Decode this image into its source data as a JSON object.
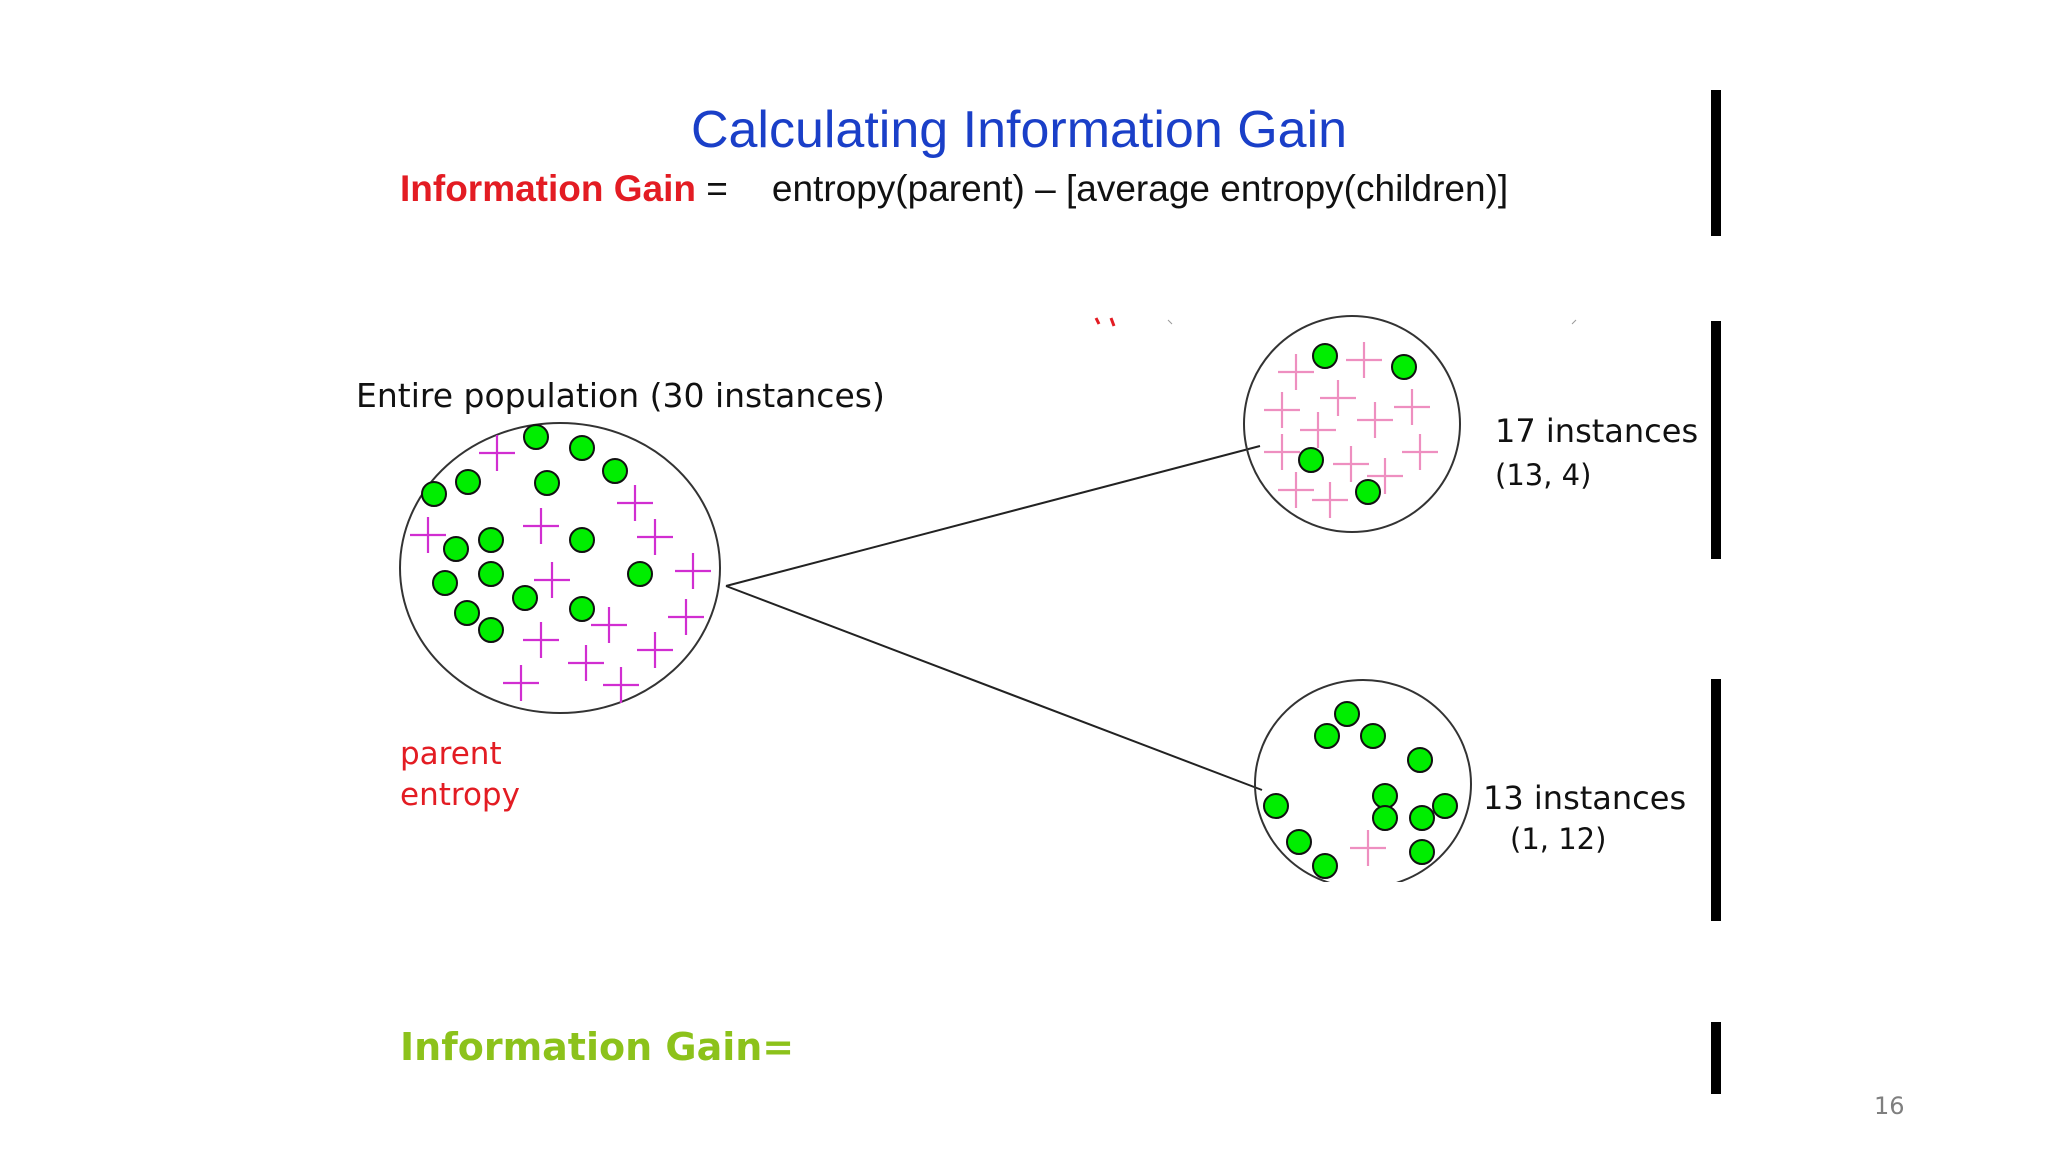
{
  "title": "Calculating Information Gain",
  "formula": {
    "lead": "Information Gain",
    "equals": " =",
    "expression": "entropy(parent) – [average entropy(children)]"
  },
  "parent": {
    "label": "Entire population (30 instances)",
    "entropy_line1": "parent",
    "entropy_line2": "entropy"
  },
  "child_top": {
    "instances": "17 instances",
    "counts": "(13, 4)"
  },
  "child_bottom": {
    "instances": "13 instances",
    "counts": "(1, 12)"
  },
  "footer": {
    "info_gain": "Information Gain="
  },
  "slide_number": "16",
  "colors": {
    "title": "#1a3fc8",
    "highlight_red": "#e31c23",
    "info_gain_green": "#8cc21b",
    "dot_green": "#00ee00",
    "plus_magenta": "#d12ed1",
    "plus_pink": "#ee8fc0"
  }
}
